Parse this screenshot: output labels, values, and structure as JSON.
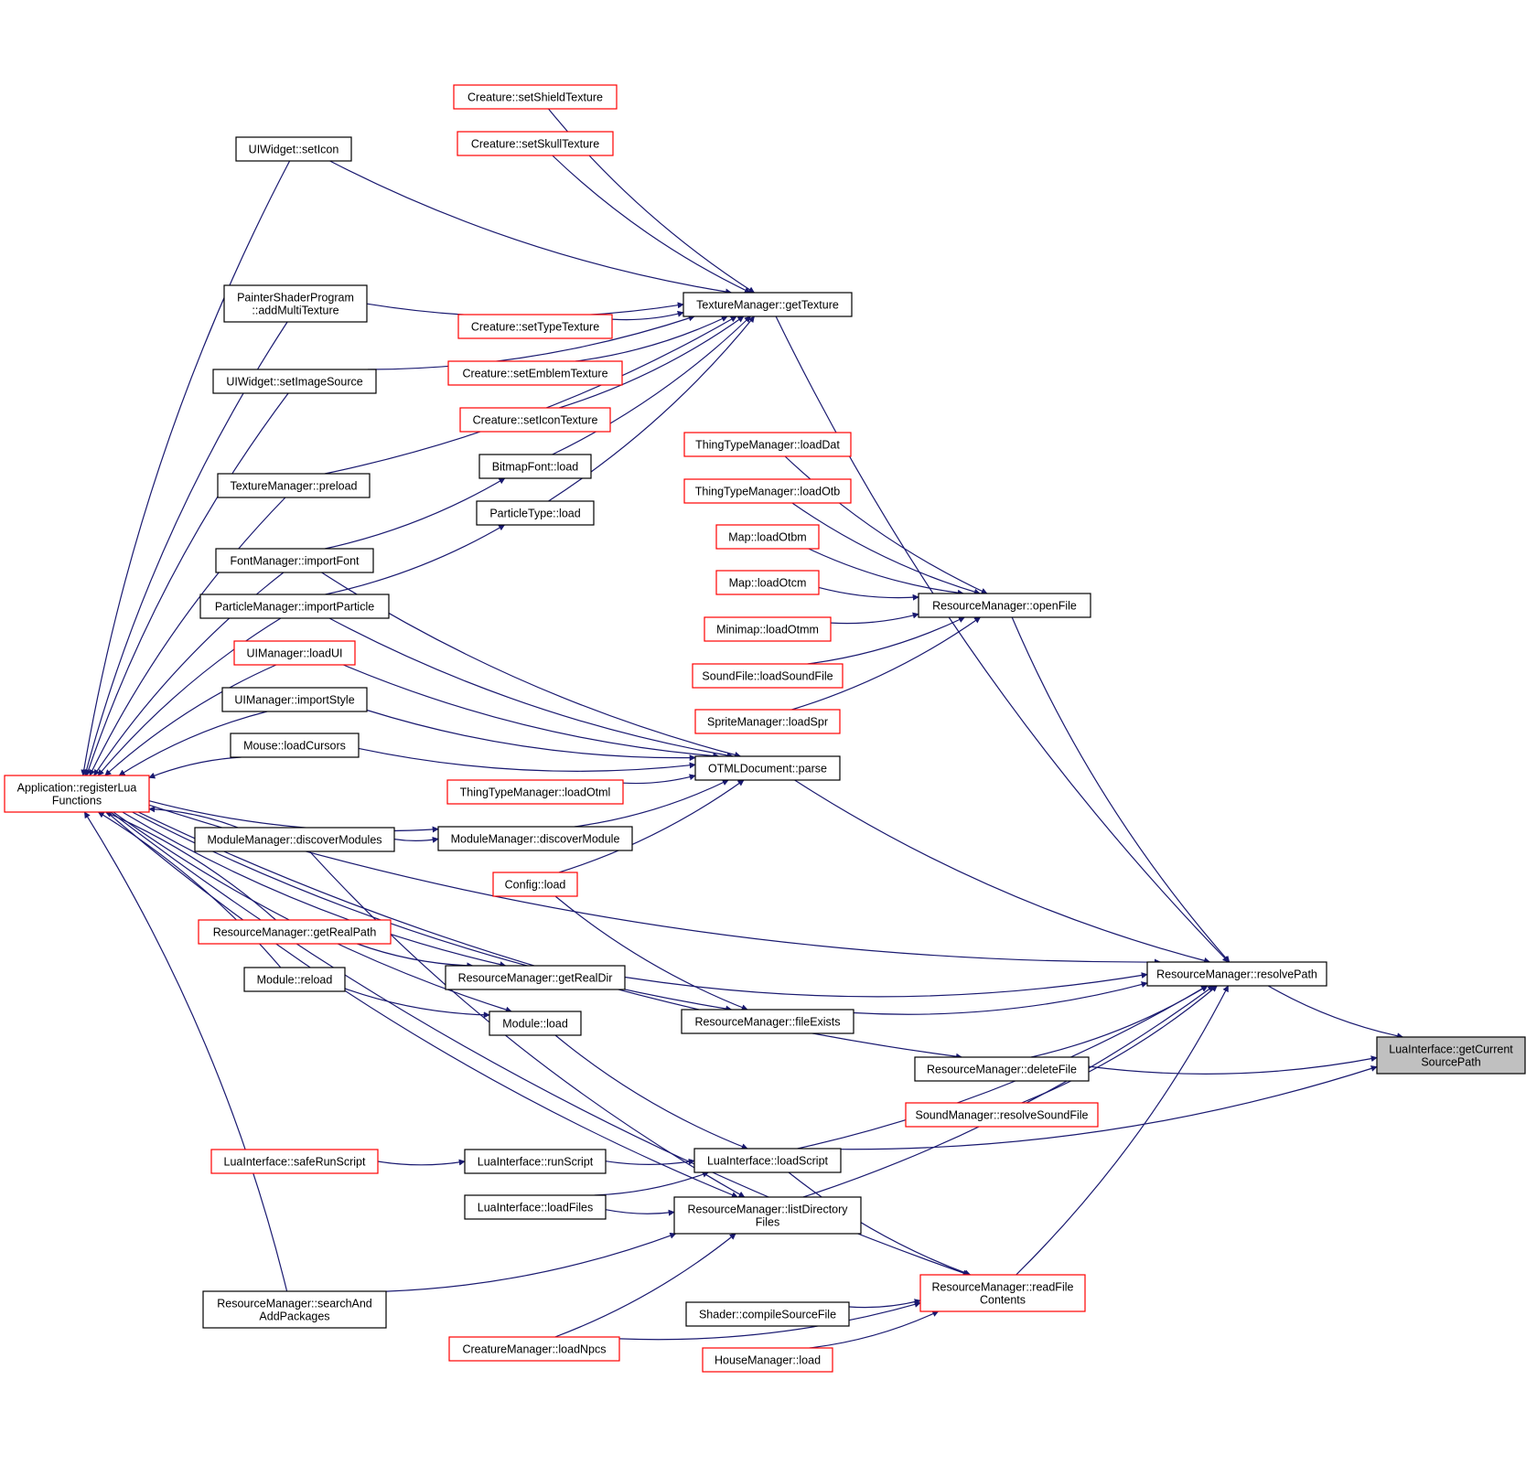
{
  "graph": {
    "edge_color": "#191970",
    "node_border_normal": "#000000",
    "node_border_truncated": "#ff0000",
    "focus_node_fill": "#c0c0c0",
    "nodes": [
      {
        "id": "getCurrentSourcePath",
        "lines": [
          "LuaInterface::getCurrent",
          "SourcePath"
        ],
        "style": "gray"
      },
      {
        "id": "resolvePath",
        "lines": [
          "ResourceManager::resolvePath"
        ],
        "style": "black"
      },
      {
        "id": "registerLua",
        "lines": [
          "Application::registerLua",
          "Functions"
        ],
        "style": "red"
      },
      {
        "id": "setIcon",
        "lines": [
          "UIWidget::setIcon"
        ],
        "style": "black"
      },
      {
        "id": "addMultiTexture",
        "lines": [
          "PainterShaderProgram",
          "::addMultiTexture"
        ],
        "style": "black"
      },
      {
        "id": "setImageSource",
        "lines": [
          "UIWidget::setImageSource"
        ],
        "style": "black"
      },
      {
        "id": "tmPreload",
        "lines": [
          "TextureManager::preload"
        ],
        "style": "black"
      },
      {
        "id": "importFont",
        "lines": [
          "FontManager::importFont"
        ],
        "style": "black"
      },
      {
        "id": "importParticle",
        "lines": [
          "ParticleManager::importParticle"
        ],
        "style": "black"
      },
      {
        "id": "loadUI",
        "lines": [
          "UIManager::loadUI"
        ],
        "style": "red"
      },
      {
        "id": "importStyle",
        "lines": [
          "UIManager::importStyle"
        ],
        "style": "black"
      },
      {
        "id": "loadCursors",
        "lines": [
          "Mouse::loadCursors"
        ],
        "style": "black"
      },
      {
        "id": "discoverModules",
        "lines": [
          "ModuleManager::discoverModules"
        ],
        "style": "black"
      },
      {
        "id": "getRealPath",
        "lines": [
          "ResourceManager::getRealPath"
        ],
        "style": "red"
      },
      {
        "id": "moduleReload",
        "lines": [
          "Module::reload"
        ],
        "style": "black"
      },
      {
        "id": "safeRunScript",
        "lines": [
          "LuaInterface::safeRunScript"
        ],
        "style": "red"
      },
      {
        "id": "searchAndAdd",
        "lines": [
          "ResourceManager::searchAnd",
          "AddPackages"
        ],
        "style": "black"
      },
      {
        "id": "setShieldTexture",
        "lines": [
          "Creature::setShieldTexture"
        ],
        "style": "red"
      },
      {
        "id": "setSkullTexture",
        "lines": [
          "Creature::setSkullTexture"
        ],
        "style": "red"
      },
      {
        "id": "setTypeTexture",
        "lines": [
          "Creature::setTypeTexture"
        ],
        "style": "red"
      },
      {
        "id": "setEmblemTexture",
        "lines": [
          "Creature::setEmblemTexture"
        ],
        "style": "red"
      },
      {
        "id": "setIconTexture",
        "lines": [
          "Creature::setIconTexture"
        ],
        "style": "red"
      },
      {
        "id": "bitmapFontLoad",
        "lines": [
          "BitmapFont::load"
        ],
        "style": "black"
      },
      {
        "id": "particleTypeLoad",
        "lines": [
          "ParticleType::load"
        ],
        "style": "black"
      },
      {
        "id": "loadOtml",
        "lines": [
          "ThingTypeManager::loadOtml"
        ],
        "style": "red"
      },
      {
        "id": "discoverModule",
        "lines": [
          "ModuleManager::discoverModule"
        ],
        "style": "black"
      },
      {
        "id": "configLoad",
        "lines": [
          "Config::load"
        ],
        "style": "red"
      },
      {
        "id": "getRealDir",
        "lines": [
          "ResourceManager::getRealDir"
        ],
        "style": "black"
      },
      {
        "id": "moduleLoad",
        "lines": [
          "Module::load"
        ],
        "style": "black"
      },
      {
        "id": "runScript",
        "lines": [
          "LuaInterface::runScript"
        ],
        "style": "black"
      },
      {
        "id": "loadFiles",
        "lines": [
          "LuaInterface::loadFiles"
        ],
        "style": "black"
      },
      {
        "id": "loadNpcs",
        "lines": [
          "CreatureManager::loadNpcs"
        ],
        "style": "red"
      },
      {
        "id": "getTexture",
        "lines": [
          "TextureManager::getTexture"
        ],
        "style": "black"
      },
      {
        "id": "loadDat",
        "lines": [
          "ThingTypeManager::loadDat"
        ],
        "style": "red"
      },
      {
        "id": "loadOtb",
        "lines": [
          "ThingTypeManager::loadOtb"
        ],
        "style": "red"
      },
      {
        "id": "loadOtbm",
        "lines": [
          "Map::loadOtbm"
        ],
        "style": "red"
      },
      {
        "id": "loadOtcm",
        "lines": [
          "Map::loadOtcm"
        ],
        "style": "red"
      },
      {
        "id": "loadOtmm",
        "lines": [
          "Minimap::loadOtmm"
        ],
        "style": "red"
      },
      {
        "id": "loadSoundFile",
        "lines": [
          "SoundFile::loadSoundFile"
        ],
        "style": "red"
      },
      {
        "id": "loadSpr",
        "lines": [
          "SpriteManager::loadSpr"
        ],
        "style": "red"
      },
      {
        "id": "otmlParse",
        "lines": [
          "OTMLDocument::parse"
        ],
        "style": "black"
      },
      {
        "id": "fileExists",
        "lines": [
          "ResourceManager::fileExists"
        ],
        "style": "black"
      },
      {
        "id": "loadScript",
        "lines": [
          "LuaInterface::loadScript"
        ],
        "style": "black"
      },
      {
        "id": "listDirFiles",
        "lines": [
          "ResourceManager::listDirectory",
          "Files"
        ],
        "style": "black"
      },
      {
        "id": "compileSourceFile",
        "lines": [
          "Shader::compileSourceFile"
        ],
        "style": "black"
      },
      {
        "id": "houseLoad",
        "lines": [
          "HouseManager::load"
        ],
        "style": "red"
      },
      {
        "id": "openFile",
        "lines": [
          "ResourceManager::openFile"
        ],
        "style": "black"
      },
      {
        "id": "deleteFile",
        "lines": [
          "ResourceManager::deleteFile"
        ],
        "style": "black"
      },
      {
        "id": "resolveSoundFile",
        "lines": [
          "SoundManager::resolveSoundFile"
        ],
        "style": "red"
      },
      {
        "id": "readFileContents",
        "lines": [
          "ResourceManager::readFile",
          "Contents"
        ],
        "style": "red"
      }
    ]
  }
}
